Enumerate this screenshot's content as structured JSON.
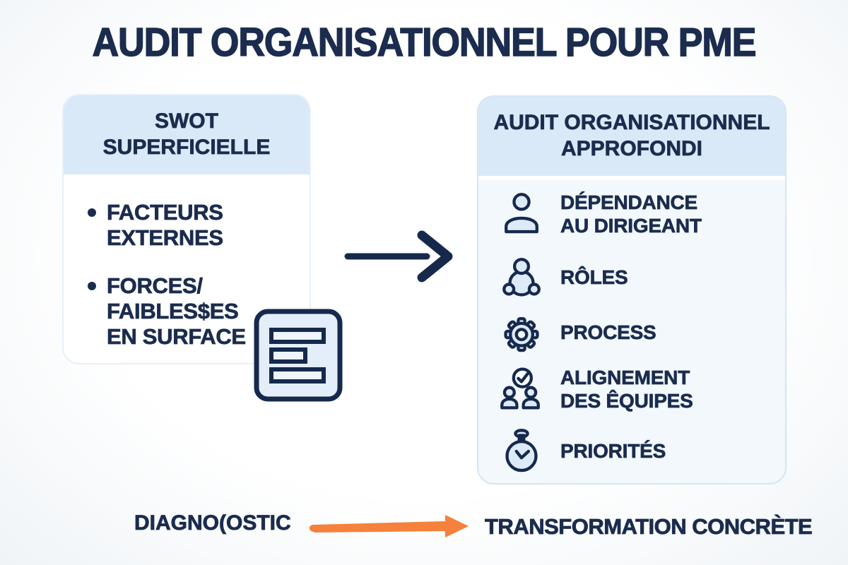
{
  "title": "AUDIT ORGANISATIONNEL POUR PME",
  "left_card": {
    "header": "SWOT\nSUPERFICIELLE",
    "bullets": [
      "FACTEURS\nEXTERNES",
      "FORCES/\nFAIBLES$ES\nEN SURFACE"
    ]
  },
  "right_card": {
    "header": "AUDIT ORGANISATIONNEL\nAPPROFONDI",
    "items": [
      {
        "icon": "person-icon",
        "label": "DÉPENDANCE\nAU DIRIGEANT"
      },
      {
        "icon": "roles-icon",
        "label": "RÔLES"
      },
      {
        "icon": "gear-icon",
        "label": "PROCESS"
      },
      {
        "icon": "team-check-icon",
        "label": "ALIGNEMENT\nDES ÊQUIPES"
      },
      {
        "icon": "stopwatch-icon",
        "label": "PRIORITÉS"
      }
    ]
  },
  "footer": {
    "left_label": "DIAGNO(OSTIC",
    "right_label": "TRANSFORMATION CONCRÈTE"
  },
  "colors": {
    "navy": "#1b2c4e",
    "icon_stroke": "#16294d",
    "header_blue": "#d9e9f8",
    "card_body_blue": "#f3f8fd",
    "icon_fill": "#ddeaf8",
    "orange": "#f5813c"
  }
}
